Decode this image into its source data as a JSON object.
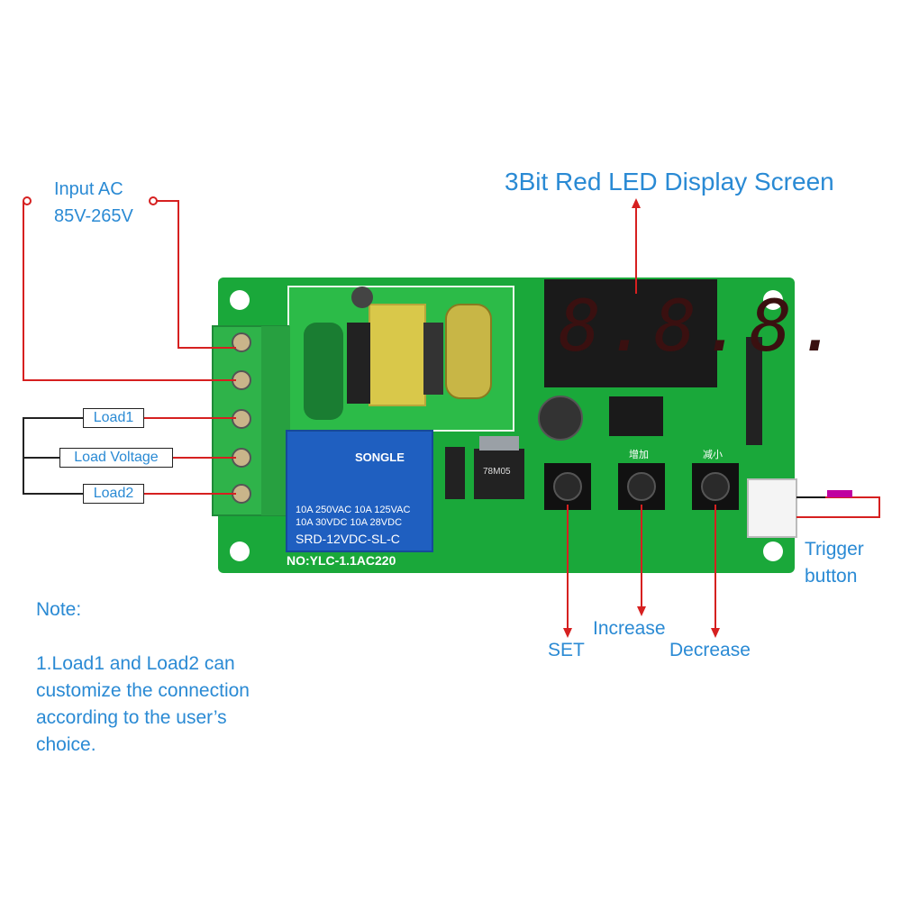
{
  "labels": {
    "input_ac": "Input AC",
    "input_voltage": "85V-265V",
    "display": "3Bit Red LED Display Screen",
    "load1": "Load1",
    "load_voltage": "Load Voltage",
    "load2": "Load2",
    "trigger": "Trigger",
    "trigger2": "button",
    "set": "SET",
    "increase": "Increase",
    "decrease": "Decrease"
  },
  "note": {
    "title": "Note:",
    "body": "1.Load1 and Load2 can\ncustomize the connection\naccording to the user’s\nchoice."
  },
  "board": {
    "model": "NO:YLC-1.1AC220",
    "relay_brand": "SONGLE",
    "relay_model": "SRD-12VDC-SL-C",
    "relay_spec1": "10A 250VAC  10A 125VAC",
    "relay_spec2": "10A 30VDC  10A 28VDC",
    "regulator": "78M05",
    "btn_label_increase": "增加",
    "btn_label_decrease": "减小",
    "digits": "8.8.8."
  },
  "colors": {
    "pcb": "#1aa83a",
    "terminal": "#2fb34a",
    "relay": "#1f5fc0",
    "wire": "#d62020",
    "text": "#2a8ad4",
    "display_bg": "#1a1a1a",
    "digit_off": "#3a1010"
  }
}
